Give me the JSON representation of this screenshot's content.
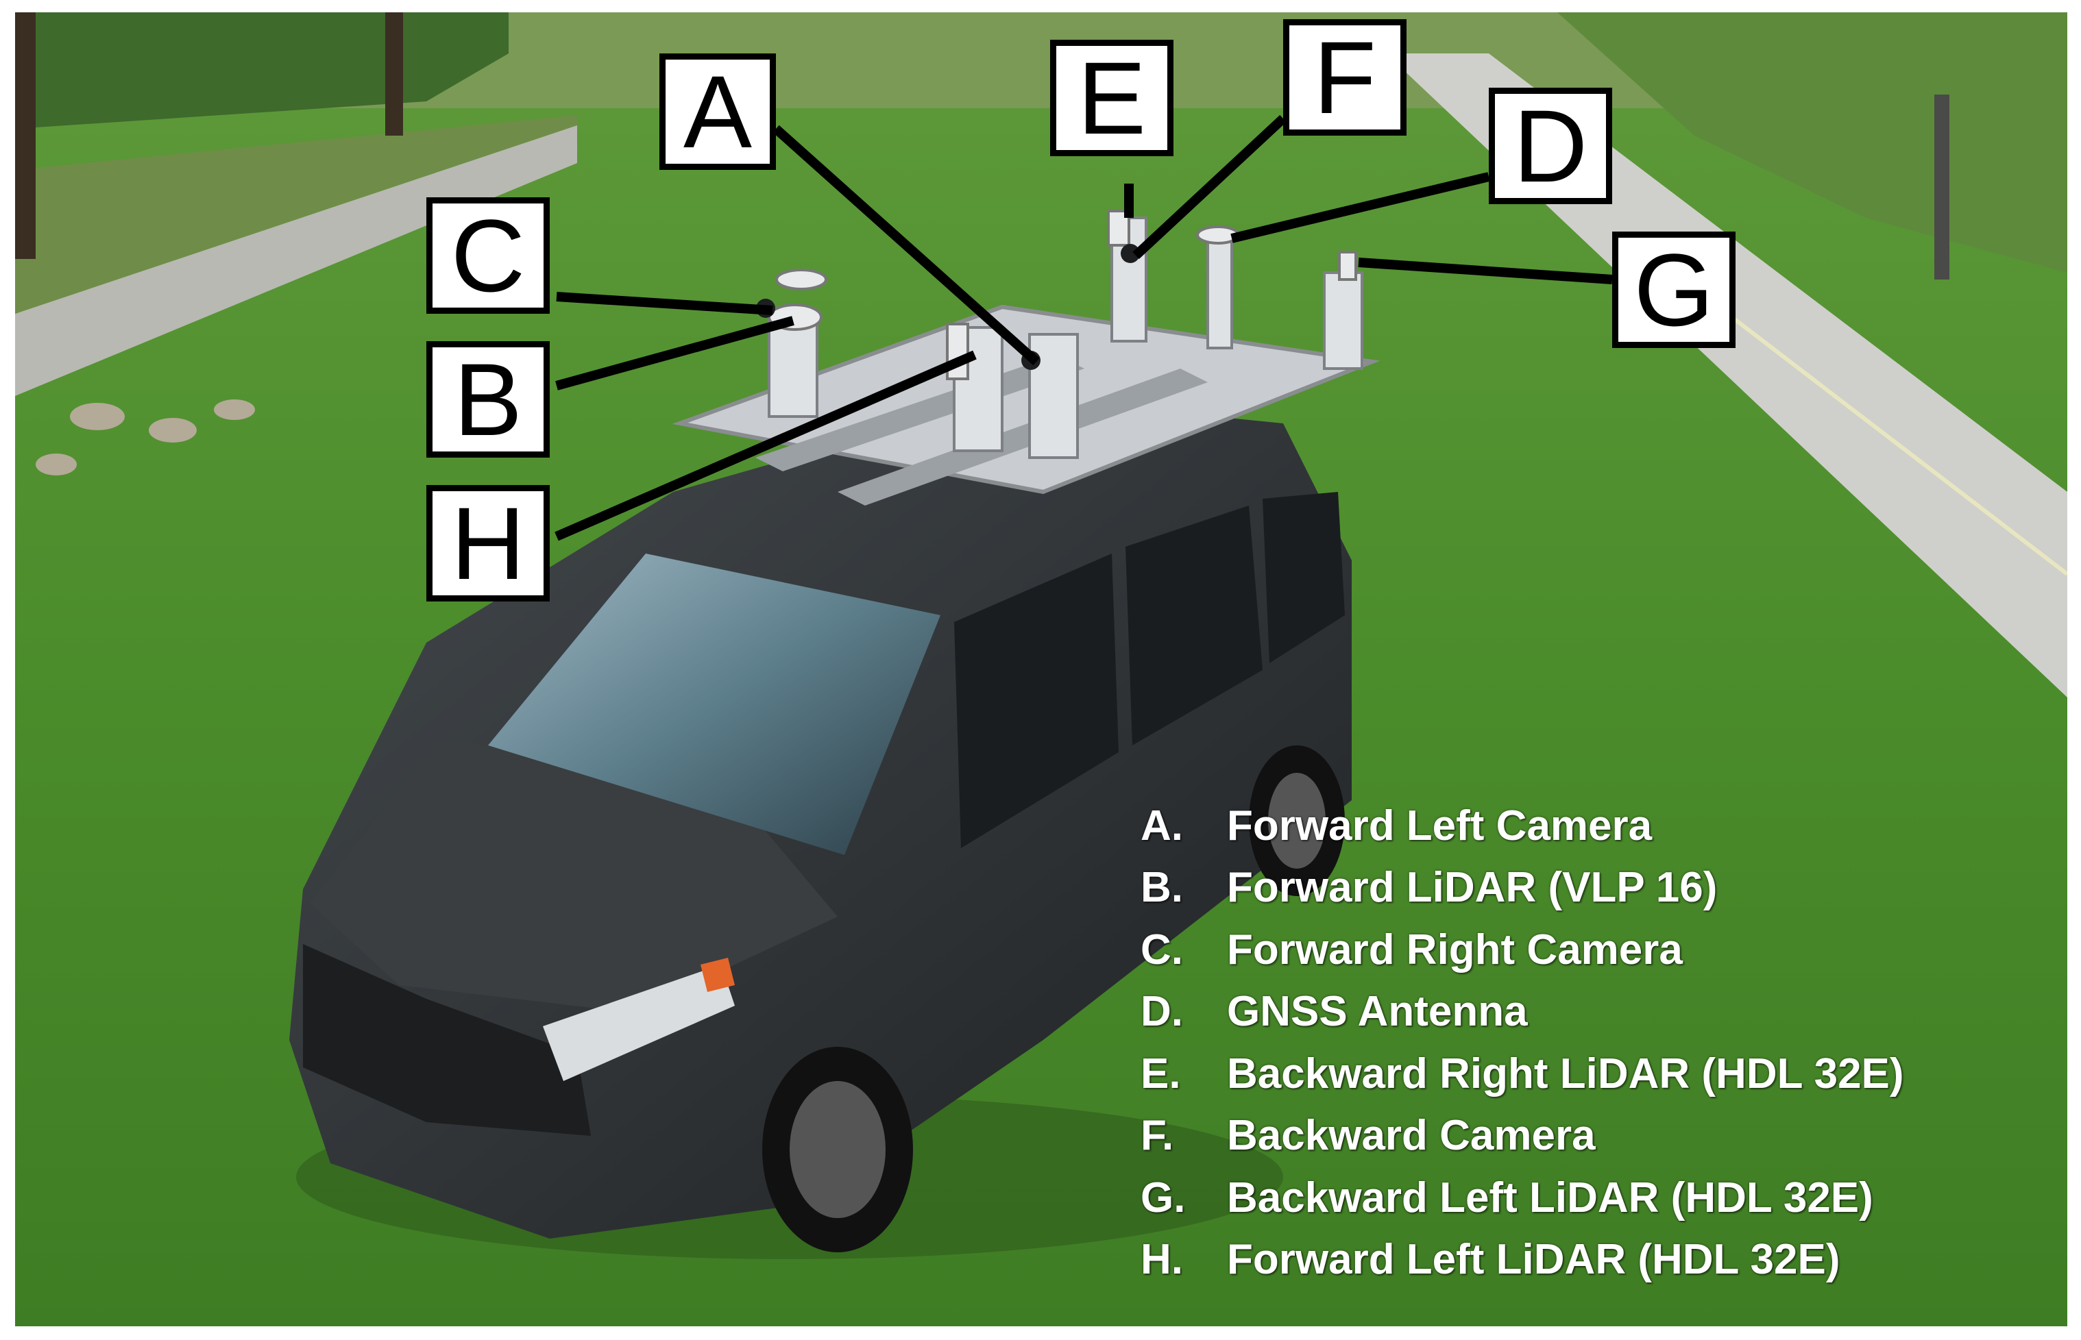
{
  "callouts": [
    "A",
    "B",
    "C",
    "D",
    "E",
    "F",
    "G",
    "H"
  ],
  "legend": {
    "items": [
      {
        "letter": "A.",
        "text": "Forward Left Camera"
      },
      {
        "letter": "B.",
        "text": "Forward LiDAR (VLP 16)"
      },
      {
        "letter": "C.",
        "text": "Forward Right Camera"
      },
      {
        "letter": "D.",
        "text": "GNSS Antenna"
      },
      {
        "letter": "E.",
        "text": "Backward Right LiDAR (HDL 32E)"
      },
      {
        "letter": "F.",
        "text": "Backward Camera"
      },
      {
        "letter": "G.",
        "text": "Backward Left LiDAR (HDL 32E)"
      },
      {
        "letter": "H.",
        "text": "Forward Left LiDAR (HDL 32E)"
      }
    ]
  },
  "colors": {
    "grass": "#4a8a2a",
    "van_body": "#2b2e30",
    "roof_rack": "#c9ccd0",
    "path": "#d3d4cf",
    "label_text": "#ffffff",
    "callout_box": "#ffffff",
    "callout_border": "#000000"
  }
}
